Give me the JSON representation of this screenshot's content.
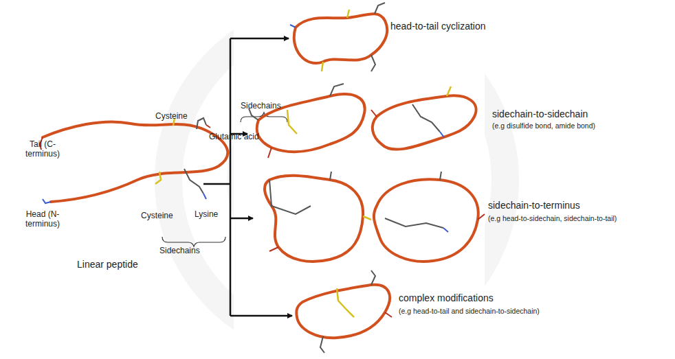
{
  "diagram": {
    "labels": [
      "Sidechains",
      "Cysteine",
      "Glutamic acid",
      "Tail (C-terminus)",
      "Head (N-terminus)",
      "Cysteine",
      "Lysine",
      "Sidechains",
      "Linear peptide",
      "head-to-tail cyclization",
      "sidechain-to-sidechain",
      "(e.g disulfide bond, amide bond)",
      "sidechain-to-terminus",
      "(e.g head-to-sidechain, sidechain-to-tail)",
      "complex modifications",
      "(e.g head-to-tail and sidechain-to-sidechain)"
    ]
  }
}
